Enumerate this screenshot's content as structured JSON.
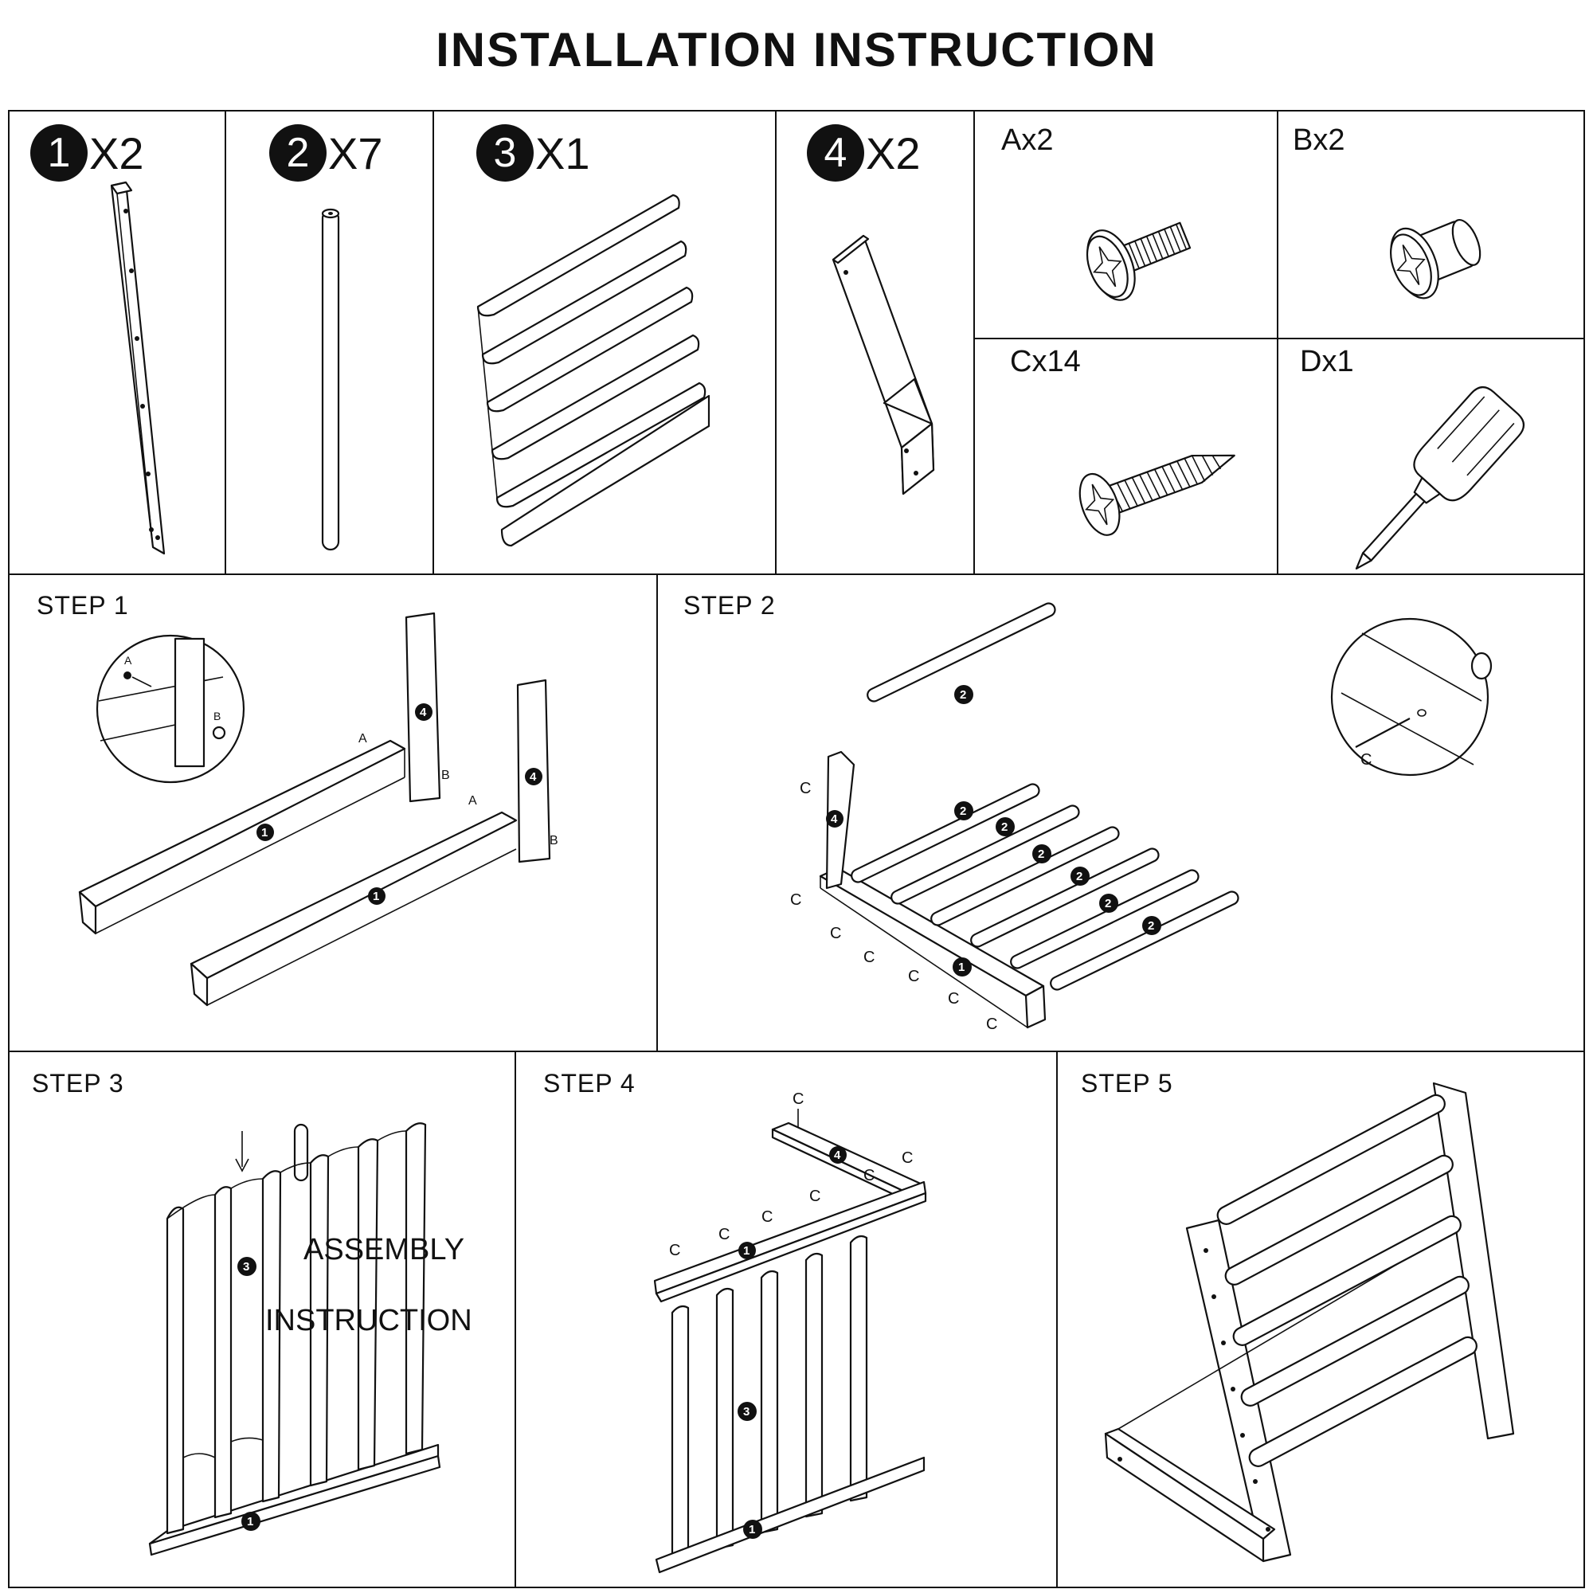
{
  "title": "INSTALLATION INSTRUCTION",
  "parts": [
    {
      "num": "1",
      "qty": "X2"
    },
    {
      "num": "2",
      "qty": "X7"
    },
    {
      "num": "3",
      "qty": "X1"
    },
    {
      "num": "4",
      "qty": "X2"
    }
  ],
  "hardware": [
    {
      "label": "Ax2",
      "icon": "bolt-icon"
    },
    {
      "label": "Bx2",
      "icon": "barrel-nut-icon"
    },
    {
      "label": "Cx14",
      "icon": "wood-screw-icon"
    },
    {
      "label": "Dx1",
      "icon": "screwdriver-icon"
    }
  ],
  "steps": [
    {
      "label": "STEP 1"
    },
    {
      "label": "STEP 2"
    },
    {
      "label": "STEP 3"
    },
    {
      "label": "STEP 4"
    },
    {
      "label": "STEP 5"
    }
  ],
  "step3_overlay": {
    "line1": "ASSEMBLY",
    "line2": "INSTRUCTION"
  },
  "markers": {
    "a": "A",
    "b": "B",
    "c": "C",
    "n1": "1",
    "n2": "2",
    "n3": "3",
    "n4": "4"
  }
}
